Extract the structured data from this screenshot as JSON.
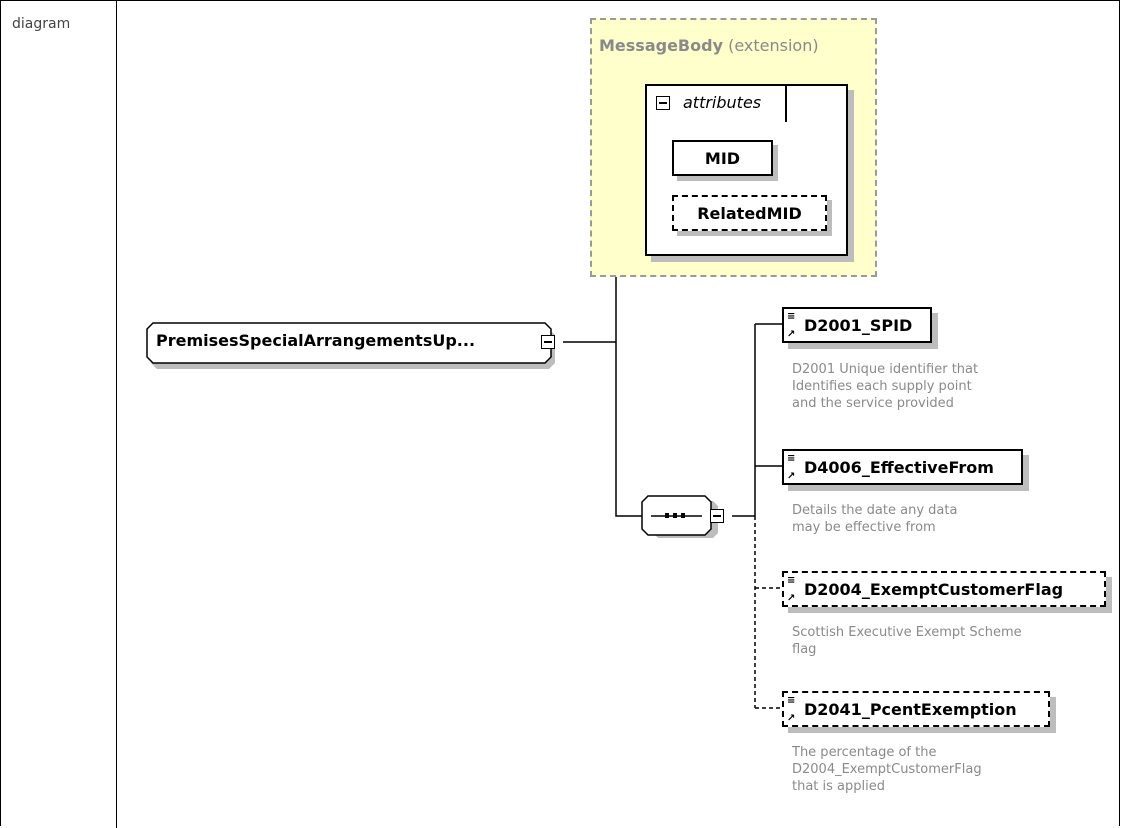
{
  "row_label": "diagram",
  "extension": {
    "name": "MessageBody",
    "qualifier": "(extension)",
    "attributes_label": "attributes",
    "attributes": [
      {
        "name": "MID",
        "optional": false
      },
      {
        "name": "RelatedMID",
        "optional": true
      }
    ]
  },
  "root": {
    "name": "PremisesSpecialArrangementsUp..."
  },
  "sequence": {
    "symbol": "●●●"
  },
  "children": [
    {
      "name": "D2001_SPID",
      "optional": false,
      "description": [
        "D2001 Unique identifier that",
        "Identifies each supply point",
        "and the service provided"
      ]
    },
    {
      "name": "D4006_EffectiveFrom",
      "optional": false,
      "description": [
        "Details the date any data",
        "may be effective from"
      ]
    },
    {
      "name": "D2004_ExemptCustomerFlag",
      "optional": true,
      "description": [
        "Scottish Executive Exempt Scheme",
        "flag"
      ]
    },
    {
      "name": "D2041_PcentExemption",
      "optional": true,
      "description": [
        "The percentage of the",
        "D2004_ExemptCustomerFlag",
        "that is applied"
      ]
    }
  ],
  "colors": {
    "extension_fill": "#ffffcc",
    "extension_border": "#9a9a9a",
    "description_text": "#8a8a8a",
    "shadow": "#bdbdbd"
  }
}
